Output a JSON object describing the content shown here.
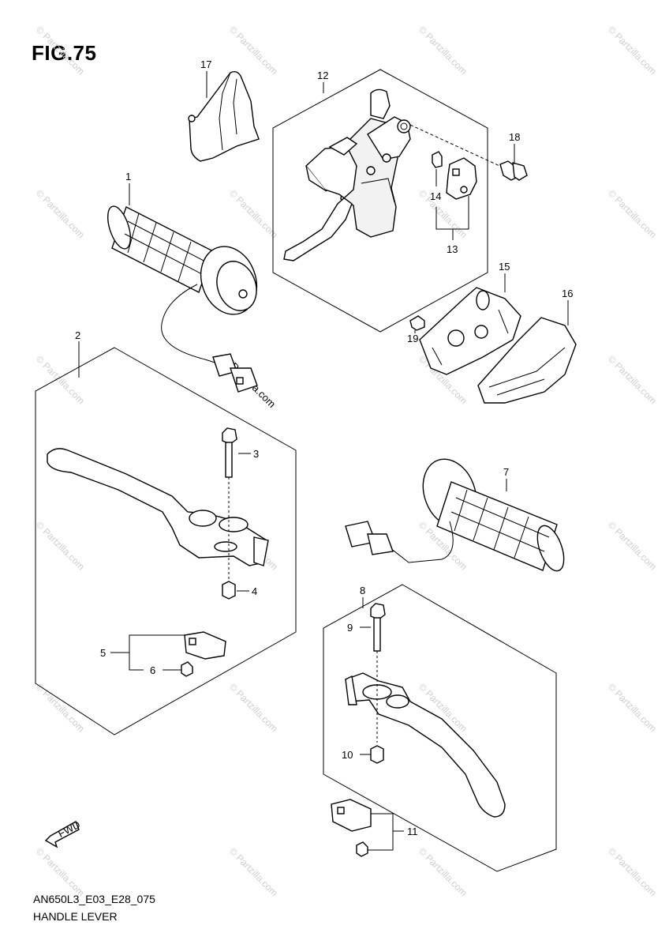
{
  "figure": {
    "title": "FIG.75",
    "diagram_code": "AN650L3_E03_E28_075",
    "name": "HANDLE LEVER"
  },
  "callouts": [
    "1",
    "2",
    "3",
    "4",
    "5",
    "6",
    "7",
    "8",
    "9",
    "10",
    "11",
    "12",
    "13",
    "14",
    "15",
    "16",
    "17",
    "18",
    "19"
  ],
  "watermark": {
    "text": "© Partzilla.com"
  },
  "fwd_label": "FWD",
  "colors": {
    "line": "#000000",
    "background": "#ffffff",
    "watermark": "#cfcfcf"
  }
}
